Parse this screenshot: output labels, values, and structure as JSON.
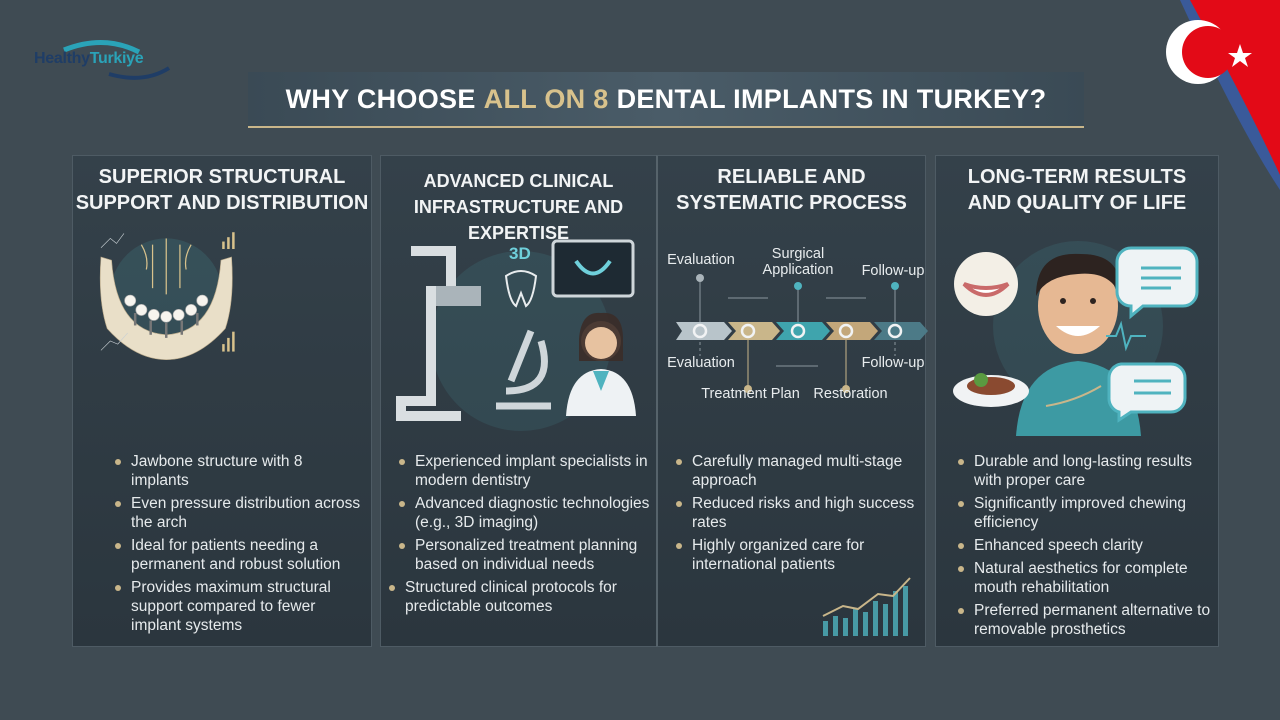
{
  "logo": {
    "part1": "Healthy",
    "part2": "Turkiye"
  },
  "title": {
    "pre": "WHY CHOOSE",
    "highlight": "ALL ON 8",
    "post": "DENTAL IMPLANTS IN TURKEY?"
  },
  "colors": {
    "background": "#3f4b53",
    "accent_gold": "#c9b68a",
    "accent_teal": "#4fb3bf",
    "flag_red": "#e30a17"
  },
  "panels": [
    {
      "heading": [
        "SUPERIOR STRUCTURAL",
        "SUPPORT AND DISTRIBUTION"
      ],
      "icon": "jaw-implant-icon",
      "bullets": [
        "Jawbone structure with 8 implants",
        "Even pressure distribution across the arch",
        "Ideal for patients needing a permanent and robust solution",
        "Provides maximum structural support compared to fewer implant systems"
      ]
    },
    {
      "heading": [
        "ADVANCED CLINICAL",
        "INFRASTRUCTURE AND EXPERTISE"
      ],
      "icon": "clinic-equipment-icon",
      "badge": "3D",
      "bullets": [
        "Experienced implant specialists in modern dentistry",
        "Advanced diagnostic technologies (e.g., 3D imaging)",
        "Personalized treatment planning based on individual needs",
        "Structured clinical protocols for predictable outcomes"
      ]
    },
    {
      "heading": [
        "RELIABLE AND",
        "SYSTEMATIC PROCESS"
      ],
      "icon": "process-timeline-icon",
      "timeline_top": [
        "Evaluation",
        "Surgical Application",
        "Follow-up"
      ],
      "timeline_bottom": [
        "Evaluation",
        "Treatment Plan",
        "Restoration",
        "Follow-up"
      ],
      "bullets": [
        "Carefully managed multi-stage approach",
        "Reduced risks and high success rates",
        "Highly organized care for international patients"
      ]
    },
    {
      "heading": [
        "LONG-TERM RESULTS",
        "AND QUALITY OF LIFE"
      ],
      "icon": "smiling-patient-icon",
      "bullets": [
        "Durable and long-lasting results with proper care",
        "Significantly improved chewing efficiency",
        "Enhanced speech clarity",
        "Natural aesthetics for complete mouth rehabilitation",
        "Preferred permanent alternative to removable prosthetics"
      ]
    }
  ]
}
